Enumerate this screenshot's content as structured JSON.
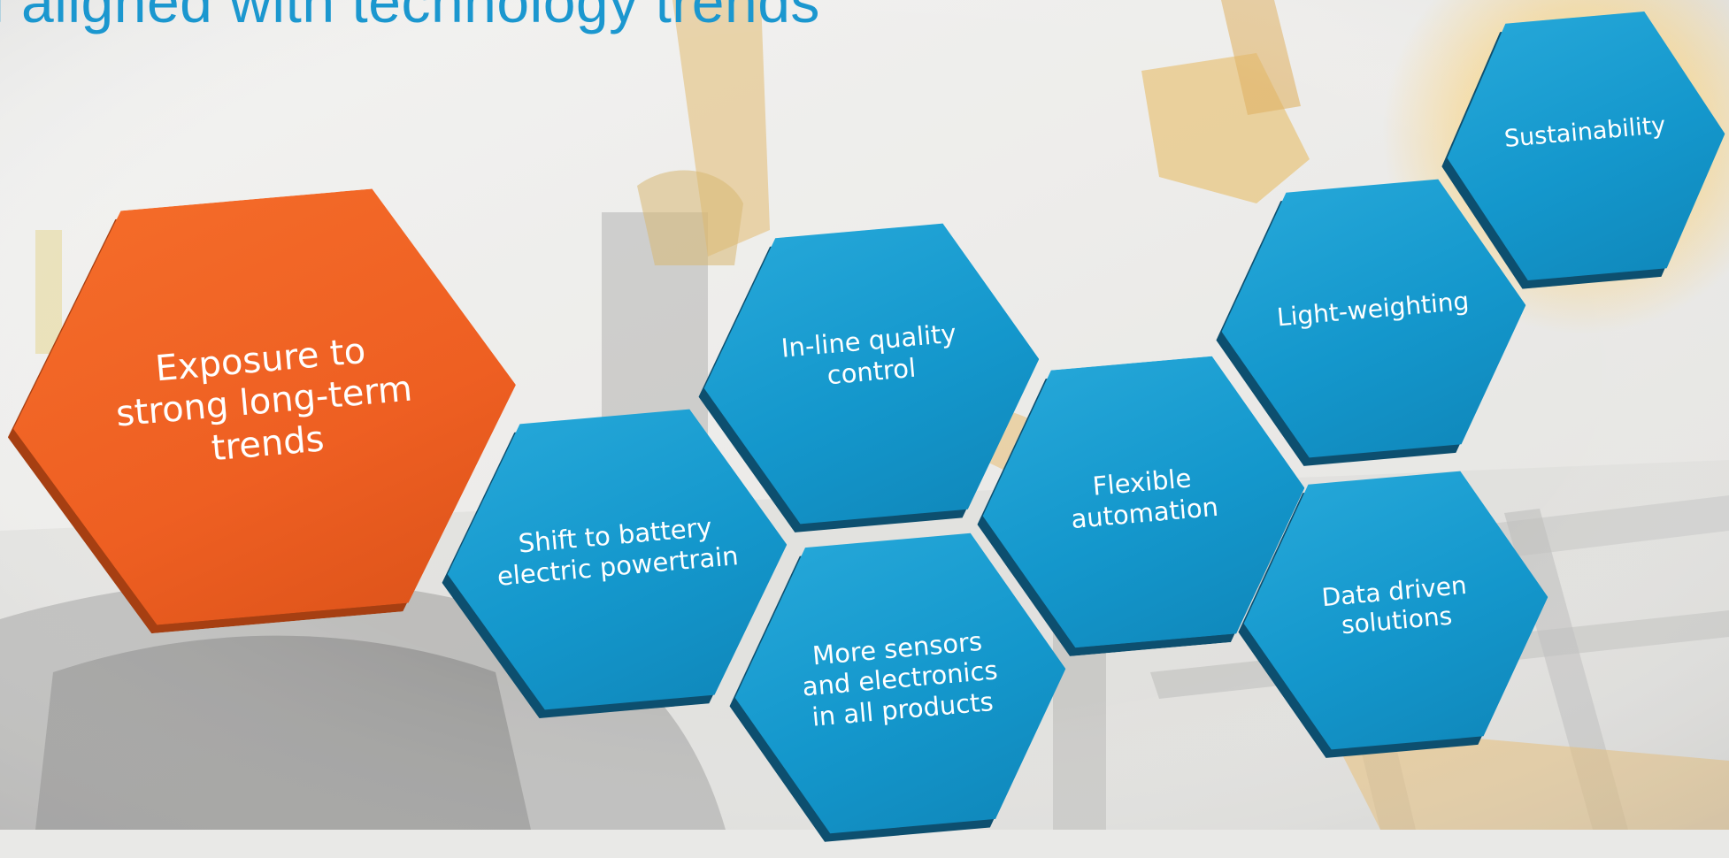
{
  "slide": {
    "title": "l aligned with technology trends"
  },
  "colors": {
    "title": "#1b97cf",
    "hex_blue": "#1497cc",
    "hex_orange": "#ee5f22",
    "hex_text": "#ffffff"
  },
  "hexagons": {
    "main": {
      "label": "Exposure to strong long-term trends",
      "color": "orange"
    },
    "battery": {
      "label": "Shift to battery electric powertrain"
    },
    "quality": {
      "label": "In-line quality control"
    },
    "sensors": {
      "label": "More sensors and electronics in all products"
    },
    "automation": {
      "label": "Flexible automation"
    },
    "lightweight": {
      "label": "Light-weighting"
    },
    "data": {
      "label": "Data driven solutions"
    },
    "sustainability": {
      "label": "Sustainability"
    }
  }
}
